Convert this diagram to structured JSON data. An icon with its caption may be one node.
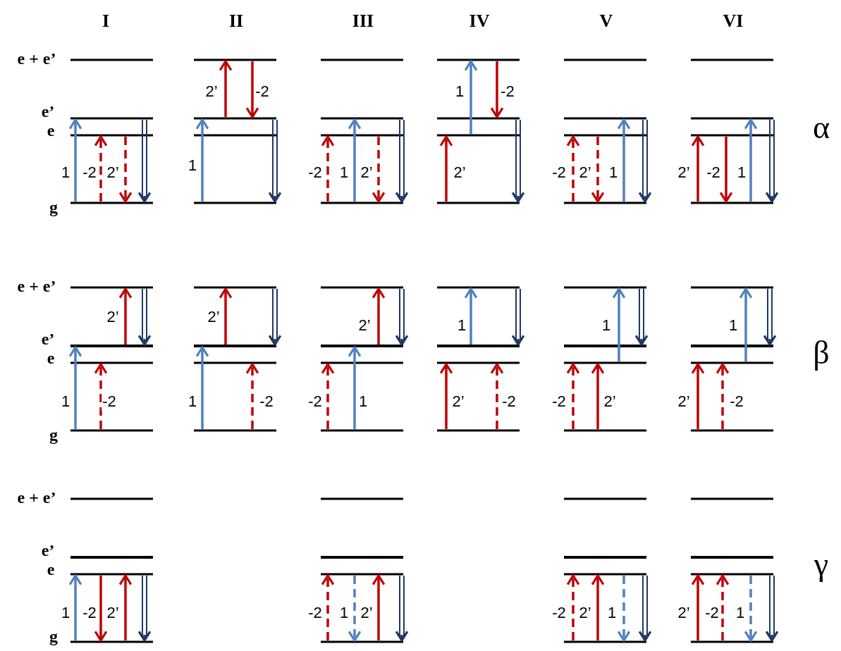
{
  "diagram": {
    "labels": [
      "I",
      "II",
      "III",
      "IV",
      "V",
      "VI",
      "e + e’",
      "e’",
      "e",
      "g",
      "1",
      "-2",
      "2’",
      "2’",
      "-2",
      "1",
      "-2",
      "1",
      "2’",
      "1",
      "-2",
      "2’",
      "-2",
      "2’",
      "1",
      "2’",
      "-2",
      "1",
      "α",
      "e + e’",
      "e’",
      "e",
      "g",
      "2’",
      "1",
      "-2",
      "2’",
      "1",
      "-2",
      "2’",
      "-2",
      "1",
      "1",
      "2’",
      "-2",
      "1",
      "-2",
      "2’",
      "1",
      "2’",
      "-2",
      "β",
      "e + e’",
      "e’",
      "e",
      "g",
      "1",
      "-2",
      "2’",
      "-2",
      "1",
      "2’",
      "-2",
      "2’",
      "1",
      "2’",
      "-2",
      "1",
      "γ"
    ]
  }
}
